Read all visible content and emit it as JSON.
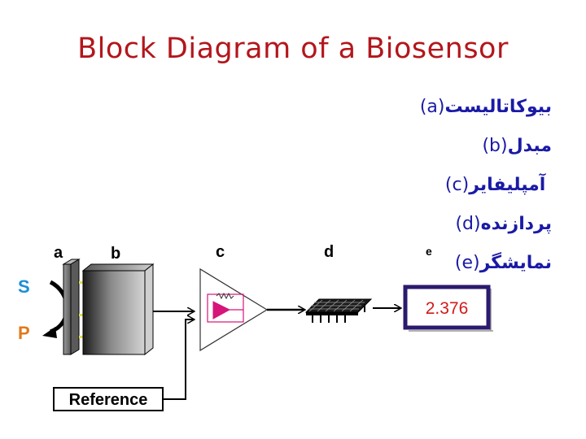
{
  "slide": {
    "title": "Block Diagram of a Biosensor"
  },
  "legend": [
    {
      "letter": "(a)",
      "text": "بیوکاتالیست"
    },
    {
      "letter": "(b)",
      "text": "مبدل"
    },
    {
      "letter": "(c)",
      "text": " آمپلیفایر"
    },
    {
      "letter": "(d)",
      "text": "پردازنده"
    },
    {
      "letter": "(e)",
      "text": "نمایشگر"
    }
  ],
  "diagram": {
    "block_labels": {
      "a": "a",
      "b": "b",
      "c": "c",
      "d": "d",
      "e": "e"
    },
    "substrate_label": "S",
    "product_label": "P",
    "reference_label": "Reference",
    "display_value": "2.376",
    "colors": {
      "title": "#b3161c",
      "legend_text": "#1a1aa6",
      "substrate": "#1a8fd6",
      "product": "#e07a1a",
      "amplifier_triangle": "#d6147a",
      "display_border": "#2b1a6e",
      "display_value": "#d11a1a"
    }
  }
}
